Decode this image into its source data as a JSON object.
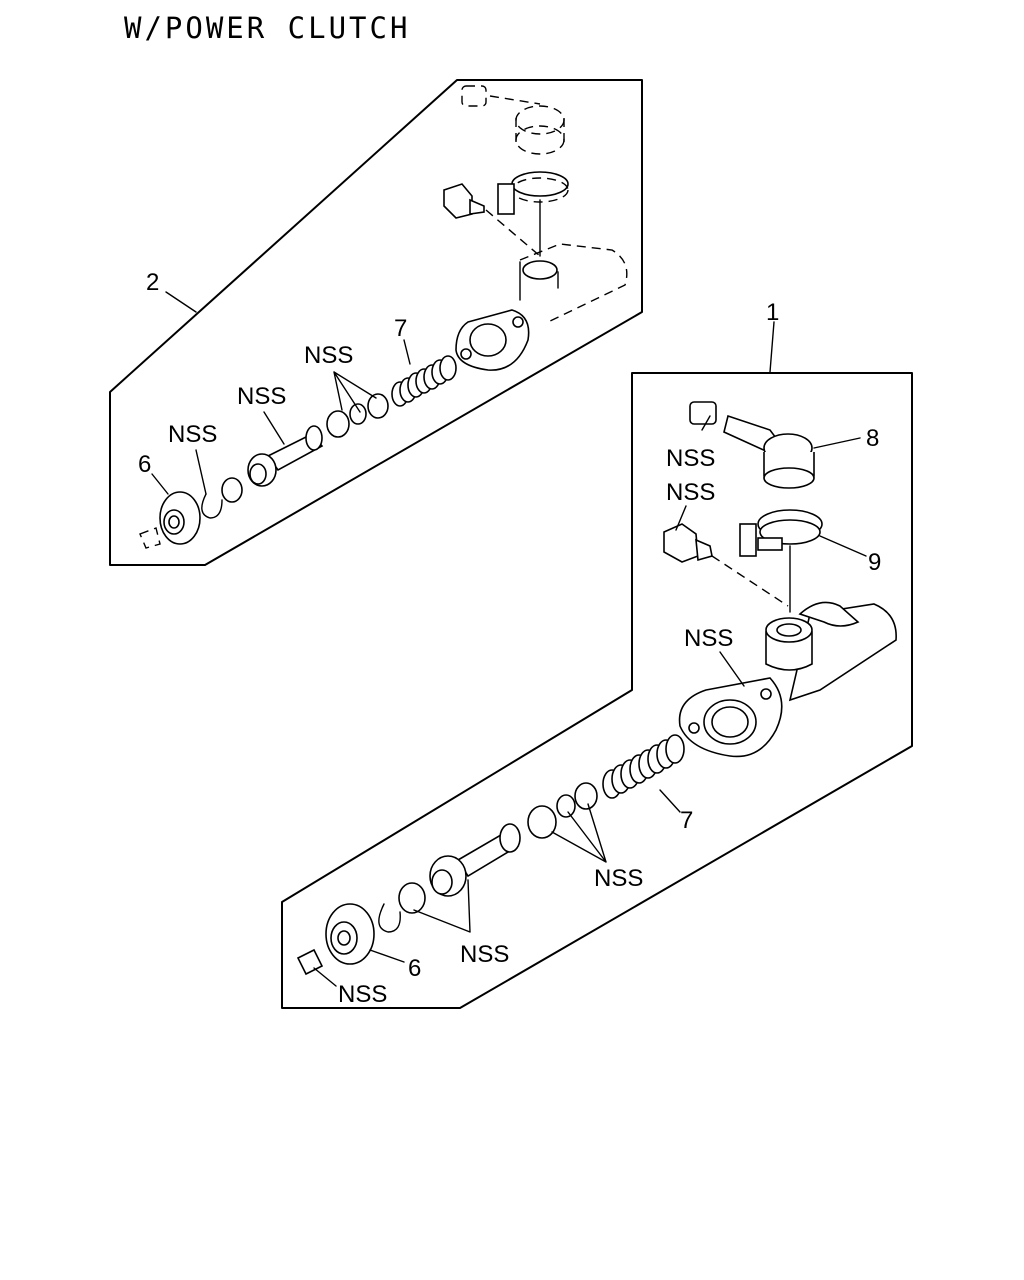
{
  "title": "W/POWER CLUTCH",
  "callouts": {
    "assembly_2": "2",
    "assembly_1": "1",
    "upper": {
      "piston_nss": "NSS",
      "cups_nss": "NSS",
      "snap_ring_nss": "NSS",
      "spring": "7",
      "boot": "6"
    },
    "lower": {
      "hose_joint_nss": "NSS",
      "hose": "8",
      "bolt_nss": "NSS",
      "clamp": "9",
      "body_nss": "NSS",
      "spring": "7",
      "seals_nss": "NSS",
      "piston_nss": "NSS",
      "boot": "6",
      "rod_nss": "NSS"
    }
  }
}
